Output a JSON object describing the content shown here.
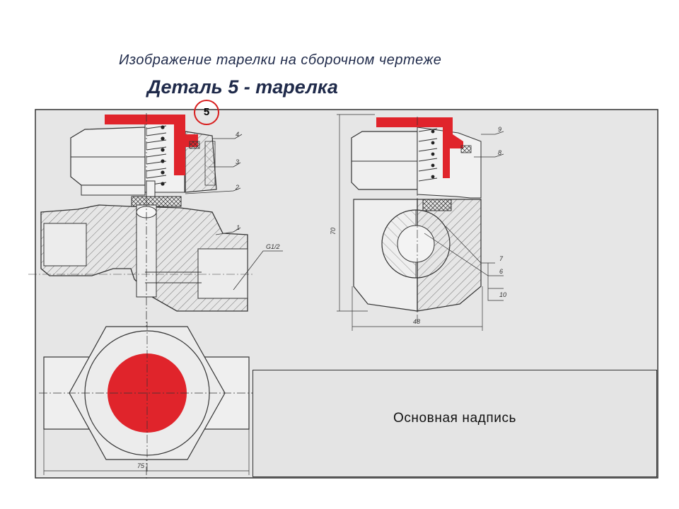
{
  "slide": {
    "title": "Изображение тарелки на сборочном чертеже",
    "subtitle": "Деталь 5  -  тарелка"
  },
  "callout": {
    "number": "5"
  },
  "title_block": {
    "label": "Основная  надпись"
  },
  "drawing": {
    "left_leaders": [
      "4",
      "3",
      "2",
      "1",
      "G1/2"
    ],
    "right_leaders_top": [
      "9",
      "8"
    ],
    "right_leaders_bottom": [
      "7",
      "6",
      "10"
    ],
    "dimension_height": "70",
    "dimension_width_right": "48",
    "dimension_width_bottom": "75"
  },
  "colors": {
    "highlight": "#e0242b",
    "sheet": "#e6e6e6",
    "title": "#1f2a4a"
  }
}
